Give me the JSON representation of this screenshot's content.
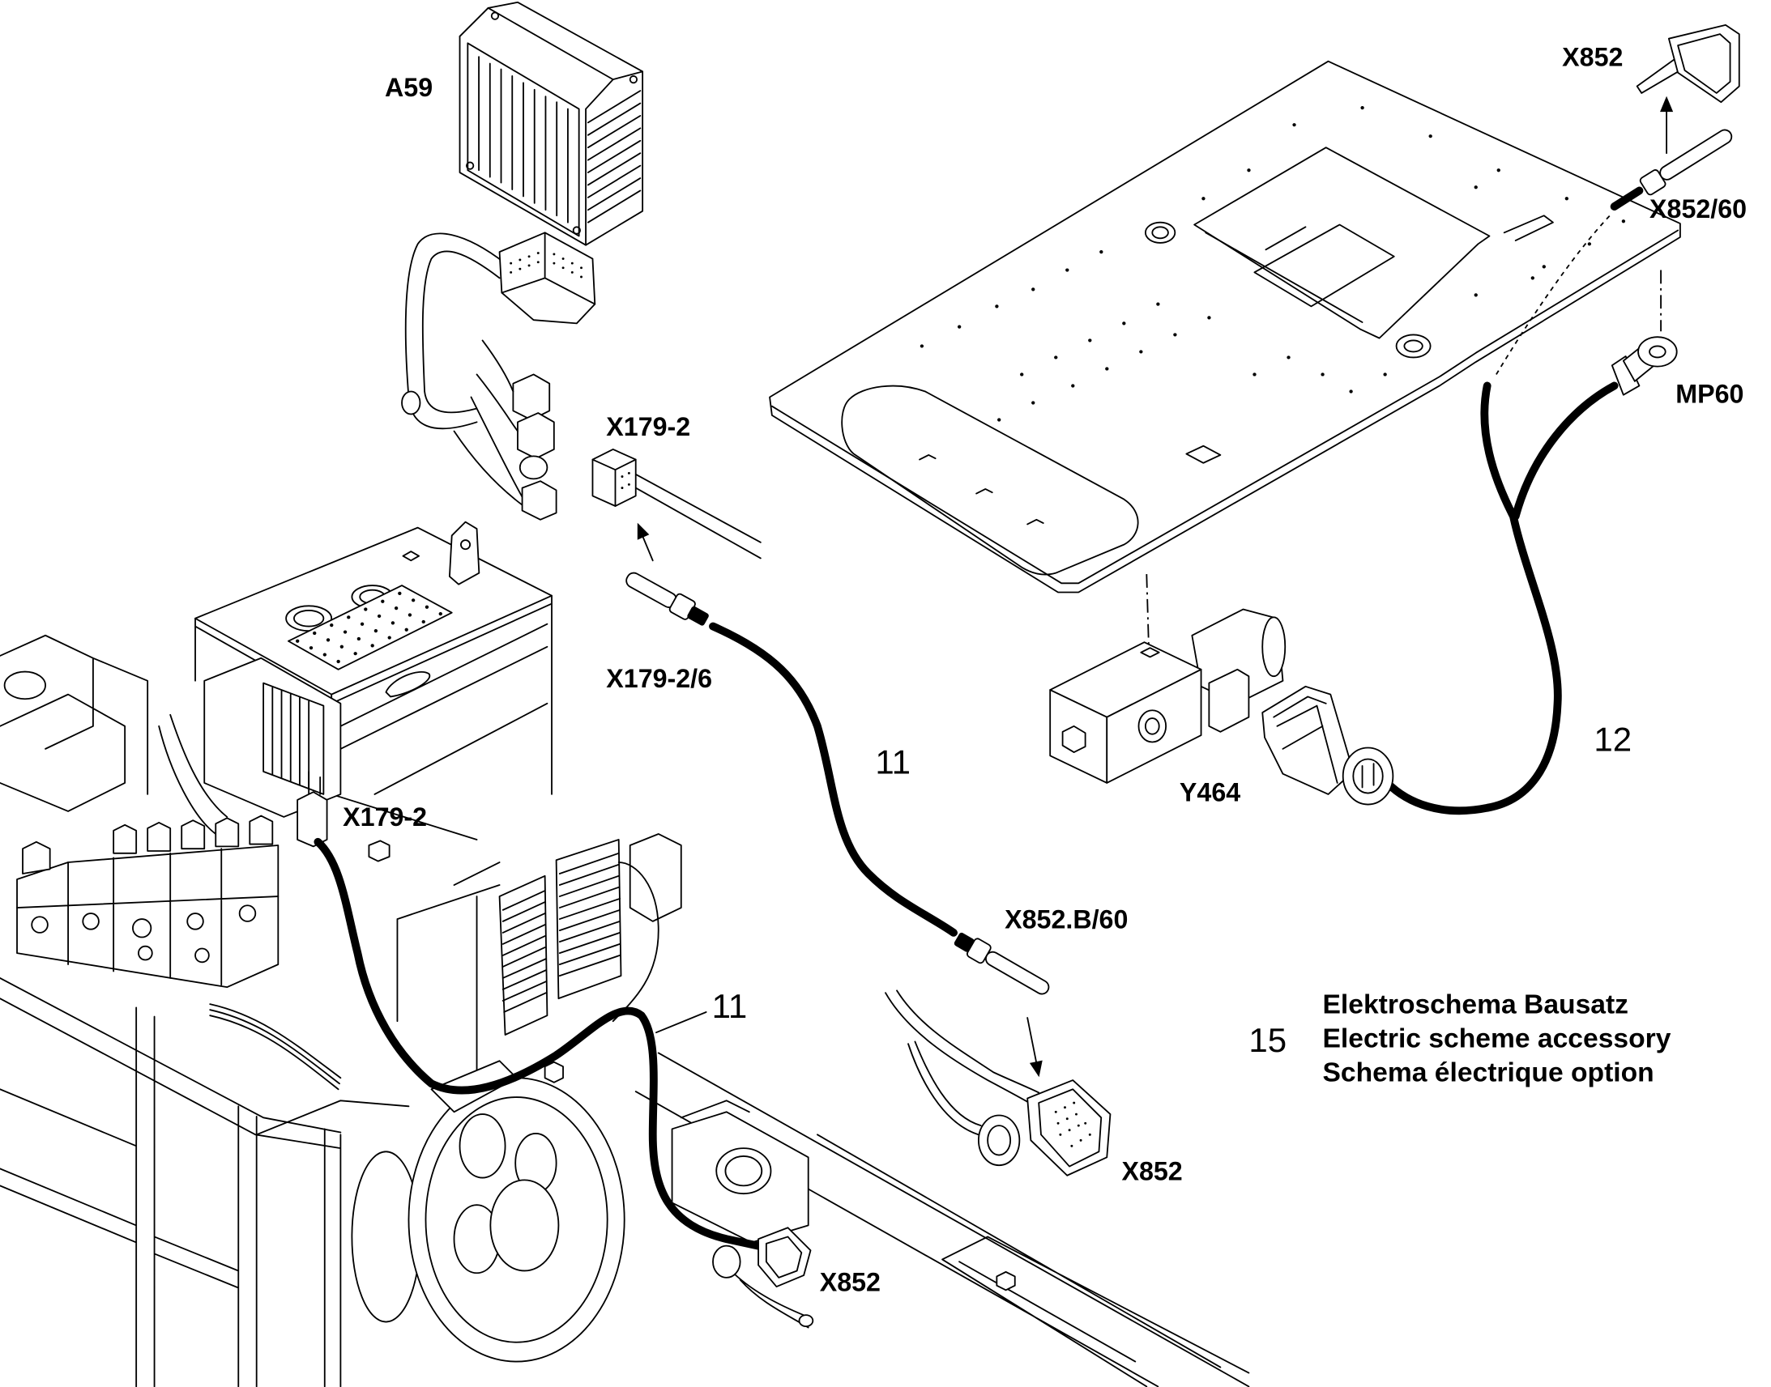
{
  "diagram": {
    "labels": {
      "a59": "A59",
      "x852_top": "X852",
      "x852_60": "X852/60",
      "mp60": "MP60",
      "x179_2_upper": "X179-2",
      "x179_2_6": "X179-2/6",
      "x179_2_lower": "X179-2",
      "x852_b_60": "X852.B/60",
      "y464": "Y464",
      "x852_middle": "X852",
      "x852_bottom": "X852"
    },
    "item_numbers": {
      "cable_11_upper": "11",
      "cable_11_lower": "11",
      "cable_12": "12"
    },
    "legend": {
      "number": "15",
      "line_de": "Elektroschema Bausatz",
      "line_en": "Electric scheme accessory",
      "line_fr": "Schema électrique option"
    },
    "colors": {
      "ink": "#000000",
      "paper": "#ffffff"
    }
  }
}
